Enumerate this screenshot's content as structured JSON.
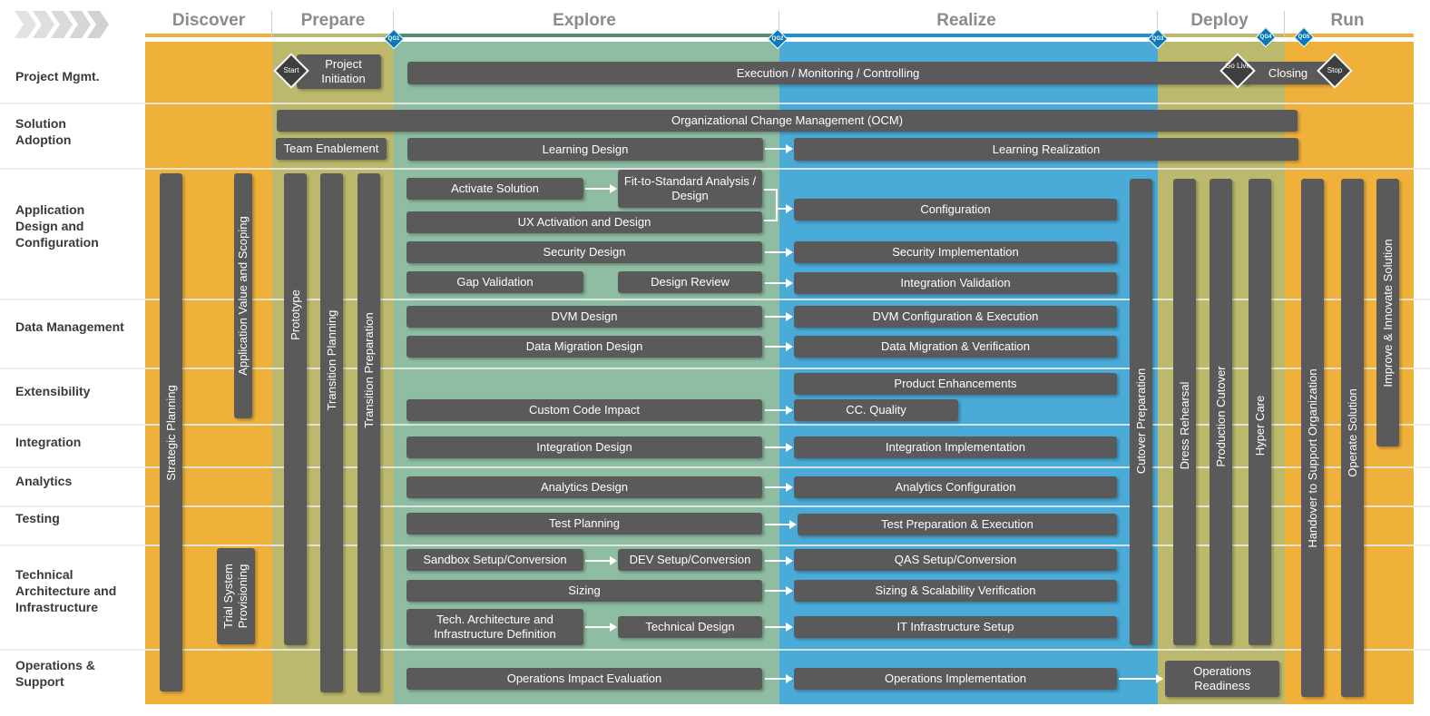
{
  "colors": {
    "discover_run": "#f0b13b",
    "prepare": "#bdb96c",
    "explore": "#8fbda3",
    "realize": "#4aaad8",
    "deploy": "#bdb96c",
    "box": "#5a5a5a"
  },
  "phases": [
    "Discover",
    "Prepare",
    "Explore",
    "Realize",
    "Deploy",
    "Run"
  ],
  "quality_gates": [
    "QG1",
    "QG2",
    "QG3",
    "QG4",
    "QG5"
  ],
  "milestones": {
    "start": "Start",
    "go_live": "Go Live",
    "stop": "Stop"
  },
  "rows": [
    "Project Mgmt.",
    "Solution Adoption",
    "Application Design and Configuration",
    "Data Management",
    "Extensibility",
    "Integration",
    "Analytics",
    "Testing",
    "Technical Architecture and Infrastructure",
    "Operations & Support"
  ],
  "boxes": {
    "project_initiation": "Project Initiation",
    "execution": "Execution / Monitoring / Controlling",
    "closing": "Closing",
    "ocm": "Organizational Change Management (OCM)",
    "team_enablement": "Team Enablement",
    "learning_design": "Learning Design",
    "learning_realization": "Learning Realization",
    "activate_solution": "Activate Solution",
    "fit_to_standard": "Fit-to-Standard Analysis / Design",
    "ux_activation": "UX Activation and Design",
    "configuration": "Configuration",
    "security_design": "Security Design",
    "security_implementation": "Security Implementation",
    "gap_validation": "Gap Validation",
    "design_review": "Design Review",
    "integration_validation": "Integration Validation",
    "dvm_design": "DVM Design",
    "dvm_config": "DVM Configuration & Execution",
    "data_migration_design": "Data Migration Design",
    "data_migration_verification": "Data Migration & Verification",
    "product_enhancements": "Product Enhancements",
    "custom_code_impact": "Custom Code Impact",
    "cc_quality": "CC. Quality",
    "integration_design": "Integration Design",
    "integration_implementation": "Integration Implementation",
    "analytics_design": "Analytics Design",
    "analytics_configuration": "Analytics Configuration",
    "test_planning": "Test Planning",
    "test_prep": "Test Preparation & Execution",
    "sandbox_setup": "Sandbox Setup/Conversion",
    "dev_setup": "DEV Setup/Conversion",
    "qas_setup": "QAS Setup/Conversion",
    "sizing": "Sizing",
    "sizing_verification": "Sizing & Scalability Verification",
    "tech_arch_definition": "Tech. Architecture and Infrastructure Definition",
    "technical_design": "Technical Design",
    "it_infra_setup": "IT Infrastructure Setup",
    "ops_impact_evaluation": "Operations Impact Evaluation",
    "ops_implementation": "Operations Implementation",
    "ops_readiness": "Operations Readiness"
  },
  "vertical_boxes": {
    "strategic_planning": "Strategic Planning",
    "app_value_scoping": "Application Value and Scoping",
    "trial_system": "Trial System Provisioning",
    "prototype": "Prototype",
    "transition_planning": "Transition Planning",
    "transition_preparation": "Transition Preparation",
    "cutover_preparation": "Cutover Preparation",
    "dress_rehearsal": "Dress Rehearsal",
    "production_cutover": "Production Cutover",
    "hyper_care": "Hyper Care",
    "handover": "Handover to Support Organization",
    "operate_solution": "Operate Solution",
    "improve_innovate": "Improve & Innovate Solution"
  }
}
